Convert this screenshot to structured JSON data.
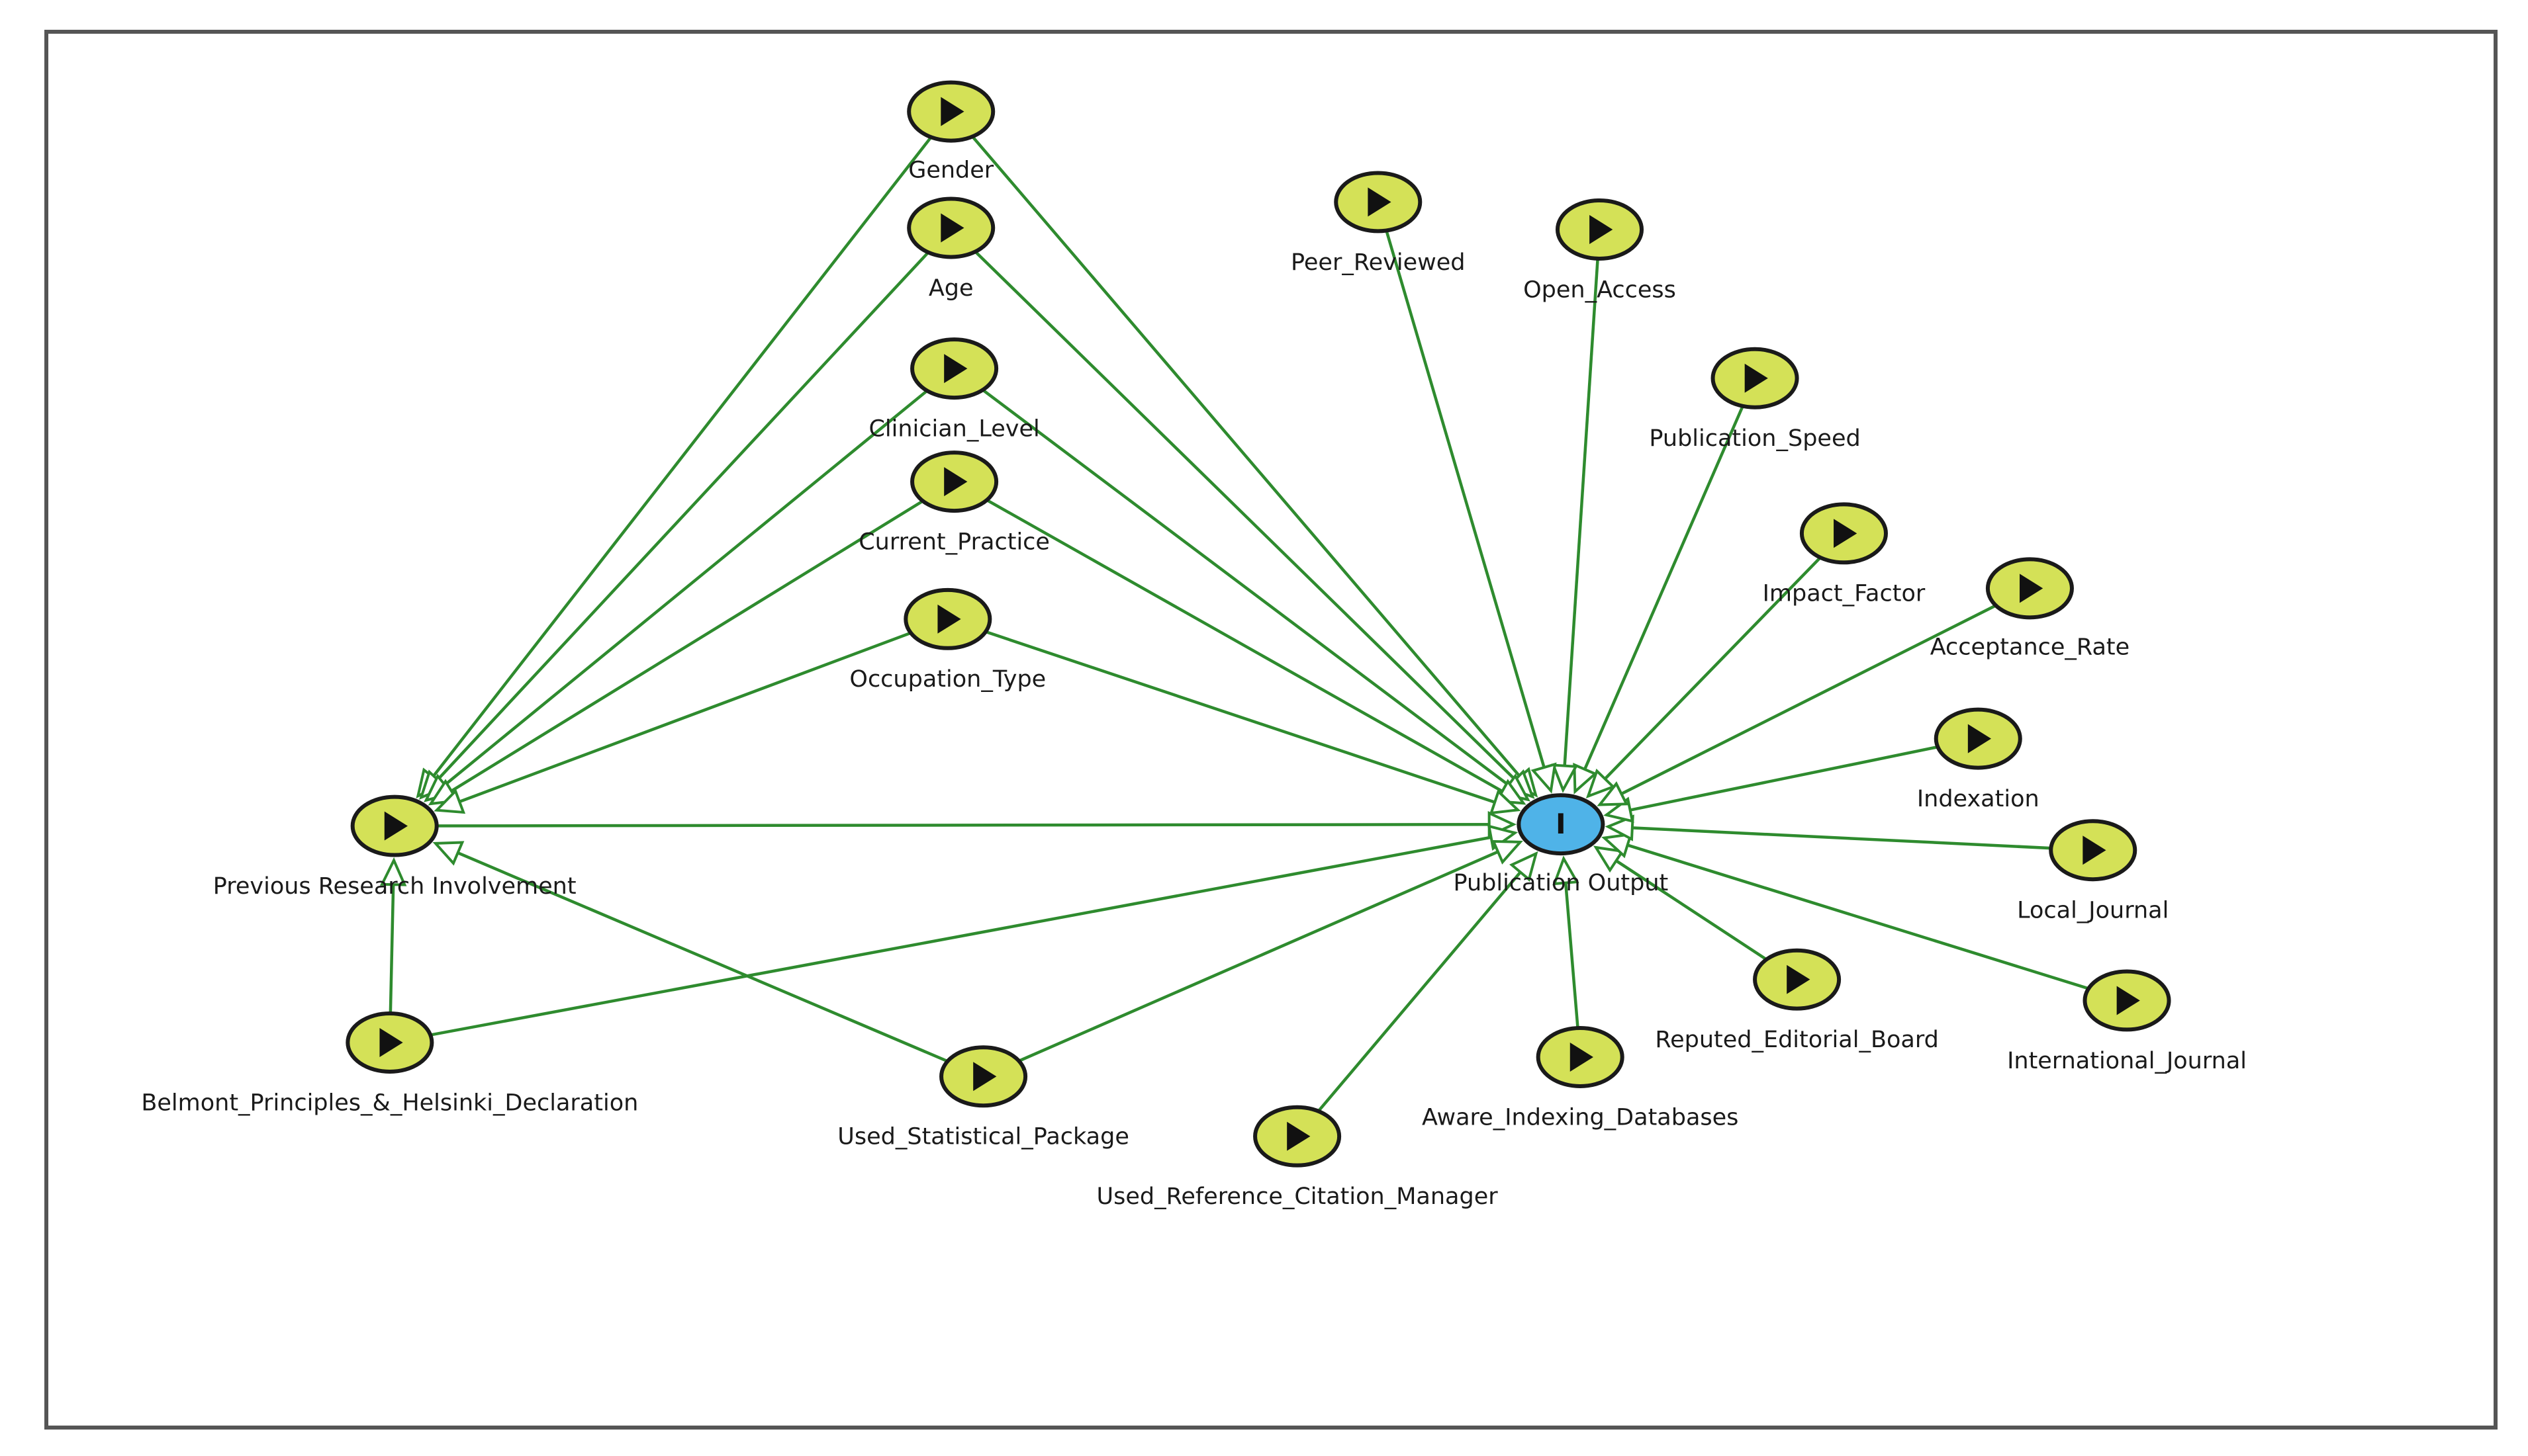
{
  "colors": {
    "node_fill": "#d4e157",
    "target_fill": "#4fb3e8",
    "edge": "#2e8b2e"
  },
  "nodes": [
    {
      "id": "gender",
      "label": "Gender",
      "type": "input"
    },
    {
      "id": "age",
      "label": "Age",
      "type": "input"
    },
    {
      "id": "clinician_level",
      "label": "Clinician_Level",
      "type": "input"
    },
    {
      "id": "current_practice",
      "label": "Current_Practice",
      "type": "input"
    },
    {
      "id": "occupation_type",
      "label": "Occupation_Type",
      "type": "input"
    },
    {
      "id": "previous_research",
      "label": "Previous Research Involvement",
      "type": "input"
    },
    {
      "id": "belmont",
      "label": "Belmont_Principles_&_Helsinki_Declaration",
      "type": "input"
    },
    {
      "id": "used_stat",
      "label": "Used_Statistical_Package",
      "type": "input"
    },
    {
      "id": "used_ref",
      "label": "Used_Reference_Citation_Manager",
      "type": "input"
    },
    {
      "id": "aware_idx",
      "label": "Aware_Indexing_Databases",
      "type": "input"
    },
    {
      "id": "reputed_eb",
      "label": "Reputed_Editorial_Board",
      "type": "input"
    },
    {
      "id": "international",
      "label": "International_Journal",
      "type": "input"
    },
    {
      "id": "local",
      "label": "Local_Journal",
      "type": "input"
    },
    {
      "id": "indexation",
      "label": "Indexation",
      "type": "input"
    },
    {
      "id": "acceptance",
      "label": "Acceptance_Rate",
      "type": "input"
    },
    {
      "id": "impact",
      "label": "Impact_Factor",
      "type": "input"
    },
    {
      "id": "pub_speed",
      "label": "Publication_Speed",
      "type": "input"
    },
    {
      "id": "open_access",
      "label": "Open_Access",
      "type": "input"
    },
    {
      "id": "peer_reviewed",
      "label": "Peer_Reviewed",
      "type": "input"
    },
    {
      "id": "publication_output",
      "label": "Publication Output",
      "type": "target",
      "glyph": "I"
    }
  ],
  "edges": [
    {
      "from": "gender",
      "to": "previous_research"
    },
    {
      "from": "age",
      "to": "previous_research"
    },
    {
      "from": "clinician_level",
      "to": "previous_research"
    },
    {
      "from": "current_practice",
      "to": "previous_research"
    },
    {
      "from": "occupation_type",
      "to": "previous_research"
    },
    {
      "from": "belmont",
      "to": "previous_research"
    },
    {
      "from": "used_stat",
      "to": "previous_research"
    },
    {
      "from": "gender",
      "to": "publication_output"
    },
    {
      "from": "age",
      "to": "publication_output"
    },
    {
      "from": "clinician_level",
      "to": "publication_output"
    },
    {
      "from": "current_practice",
      "to": "publication_output"
    },
    {
      "from": "occupation_type",
      "to": "publication_output"
    },
    {
      "from": "previous_research",
      "to": "publication_output"
    },
    {
      "from": "belmont",
      "to": "publication_output"
    },
    {
      "from": "used_stat",
      "to": "publication_output"
    },
    {
      "from": "used_ref",
      "to": "publication_output"
    },
    {
      "from": "aware_idx",
      "to": "publication_output"
    },
    {
      "from": "reputed_eb",
      "to": "publication_output"
    },
    {
      "from": "international",
      "to": "publication_output"
    },
    {
      "from": "local",
      "to": "publication_output"
    },
    {
      "from": "indexation",
      "to": "publication_output"
    },
    {
      "from": "acceptance",
      "to": "publication_output"
    },
    {
      "from": "impact",
      "to": "publication_output"
    },
    {
      "from": "pub_speed",
      "to": "publication_output"
    },
    {
      "from": "open_access",
      "to": "publication_output"
    },
    {
      "from": "peer_reviewed",
      "to": "publication_output"
    }
  ]
}
